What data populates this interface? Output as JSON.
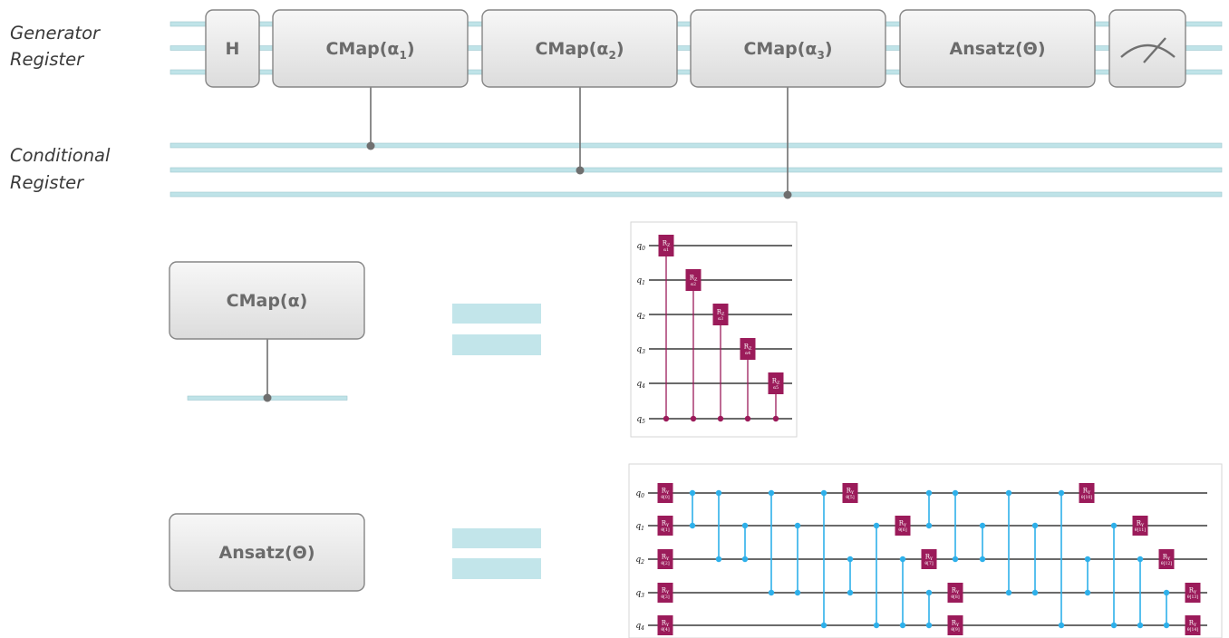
{
  "registers": {
    "generator": [
      "Generator",
      "Register"
    ],
    "conditional": [
      "Conditional",
      "Register"
    ]
  },
  "top_gates": [
    {
      "base": "CMap(α",
      "sub": "1",
      "tail": ")"
    },
    {
      "base": "CMap(α",
      "sub": "2",
      "tail": ")"
    },
    {
      "base": "CMap(α",
      "sub": "3",
      "tail": ")"
    }
  ],
  "h_gate": "H",
  "ansatz_gate": "Ansatz(Θ)",
  "measure_icon": "meter-icon",
  "defs": {
    "cmap_label": "CMap(α)",
    "ansatz_label": "Ansatz(Θ)"
  },
  "rz_circuit": {
    "qubits": [
      "0",
      "1",
      "2",
      "3",
      "4",
      "5"
    ],
    "gate": "R",
    "gate_sub": "Z",
    "params": [
      "α1",
      "α2",
      "α3",
      "α4",
      "α5"
    ]
  },
  "ry_circuit": {
    "qubits": [
      "0",
      "1",
      "2",
      "3",
      "4"
    ],
    "gate": "R",
    "gate_sub": "Y",
    "params": [
      "θ[0]",
      "θ[1]",
      "θ[2]",
      "θ[3]",
      "θ[4]",
      "θ[5]",
      "θ[6]",
      "θ[7]",
      "θ[8]",
      "θ[9]",
      "θ[10]",
      "θ[11]",
      "θ[12]",
      "θ[13]",
      "θ[14]"
    ]
  },
  "colors": {
    "wire": "#bfe3e8",
    "gate_fill": "#e9e9e9",
    "rz_gate": "#9b1b5a",
    "cz": "#2eb0ea"
  }
}
